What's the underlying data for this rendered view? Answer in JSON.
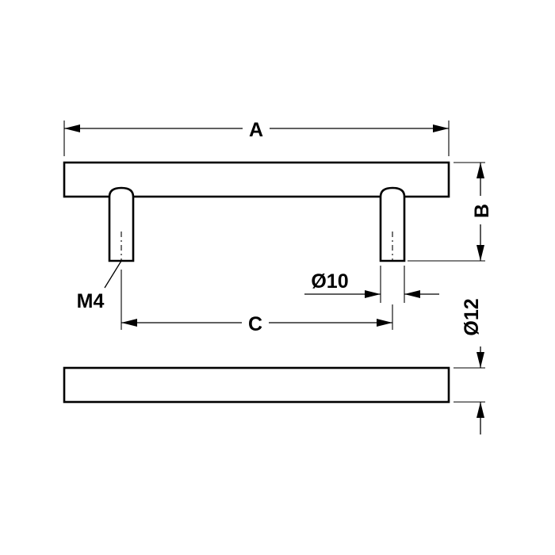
{
  "diagram": {
    "labels": {
      "overall_length": "A",
      "height": "B",
      "hole_spacing": "C",
      "leg_diameter": "Ø10",
      "bar_diameter": "Ø12",
      "thread": "M4"
    }
  }
}
